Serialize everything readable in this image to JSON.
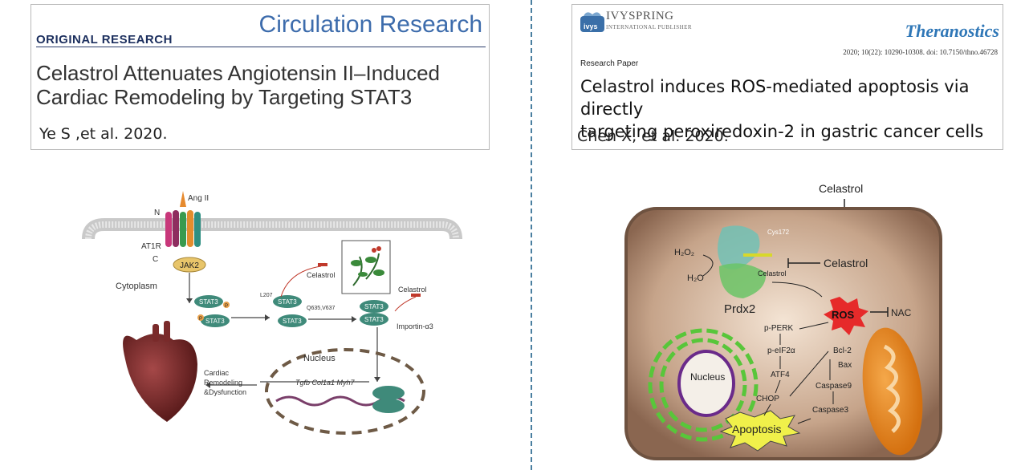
{
  "left_paper": {
    "journal": "Circulation Research",
    "section": "ORIGINAL RESEARCH",
    "title_line1": "Celastrol Attenuates Angiotensin II–Induced",
    "title_line2": "Cardiac Remodeling by Targeting STAT3",
    "citation": "Ye S ,et al. 2020."
  },
  "right_paper": {
    "publisher": "IVYSPRING",
    "publisher_sub": "INTERNATIONAL PUBLISHER",
    "journal": "Theranostics",
    "reference": "2020; 10(22): 10290-10308. doi: 10.7150/thno.46728",
    "paper_type": "Research Paper",
    "title_line1": "Celastrol induces ROS-mediated apoptosis via directly",
    "title_line2": "targeting peroxiredoxin-2 in gastric cancer cells",
    "citation": "Chen X, et al. 2020."
  },
  "left_figure": {
    "ang": "Ang II",
    "n": "N",
    "at1r": "AT1R",
    "c": "C",
    "jak2": "JAK2",
    "cytoplasm": "Cytoplasm",
    "stat3": "STAT3",
    "p": "P",
    "l207": "L207",
    "q635": "Q635,V637",
    "celastrol": "Celastrol",
    "importin": "Importin-α3",
    "nucleus": "Nucleus",
    "genes": "Tgfb  Col1a1 Myh7",
    "outcome1": "Cardiac",
    "outcome2": "Remodeling",
    "outcome3": "&Dysfunction"
  },
  "right_figure": {
    "celastrol_top": "Celastrol",
    "celastrol_mid": "Celastrol",
    "celastrol_bound": "Celastrol",
    "cys": "Cys172",
    "h2o2": "H₂O₂",
    "h2o": "H₂O",
    "prdx2": "Prdx2",
    "ros": "ROS",
    "nac": "NAC",
    "pperk": "p-PERK",
    "peif2a": "p-eIF2α",
    "atf4": "ATF4",
    "chop": "CHOP",
    "nucleus": "Nucleus",
    "bcl2": "Bcl-2",
    "bax": "Bax",
    "casp9": "Caspase9",
    "casp3": "Caspase3",
    "apoptosis": "Apoptosis"
  }
}
